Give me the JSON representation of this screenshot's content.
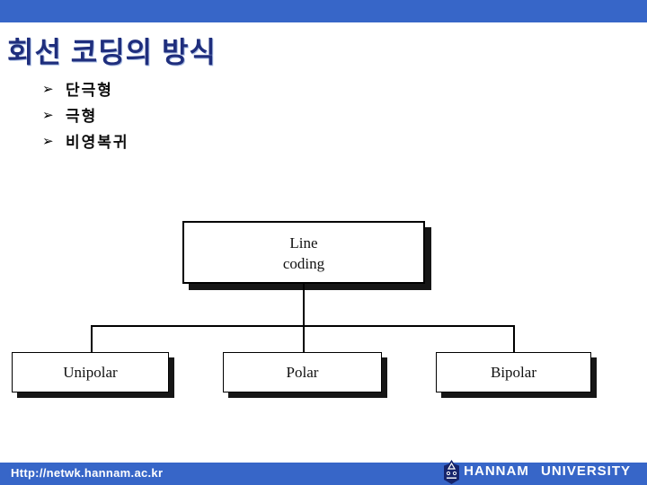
{
  "slide": {
    "title": "회선 코딩의 방식",
    "bullets": [
      {
        "marker": "➢",
        "label": "단극형"
      },
      {
        "marker": "➢",
        "label": "극형"
      },
      {
        "marker": "➢",
        "label": "비영복귀"
      }
    ],
    "diagram": {
      "root_line1": "Line",
      "root_line2": "coding",
      "children": [
        "Unipolar",
        "Polar",
        "Bipolar"
      ]
    },
    "footer": {
      "url": "Http://netwk.hannam.ac.kr",
      "university": "HANNAM UNIVERSITY",
      "logo_icon": "hannam-university-emblem"
    },
    "colors": {
      "bar_blue": "#3766c8",
      "title_navy": "#1f2e7d",
      "text_black": "#111111",
      "box_shadow": "#161616",
      "logo_navy": "#16246b"
    }
  }
}
